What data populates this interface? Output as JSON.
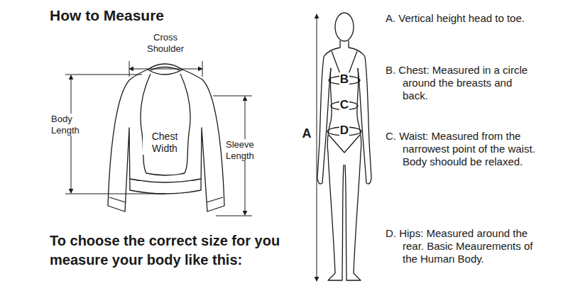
{
  "diagram": {
    "title": "How to Measure",
    "caption": "To choose the correct size for you measure your body like this:",
    "labels": [
      "Cross Shoulder",
      "Body Length",
      "Chest Width",
      "Sleeve Length",
      "A",
      "B",
      "C",
      "D",
      "A. Vertical height head to toe.",
      "B. Chest: Measured in a circle around the breasts and back.",
      "C. Waist: Measured from the narrowest point of the waist. Body shoould be relaxed.",
      "D. Hips: Measured around the rear. Basic Meaurements of the Human Body."
    ]
  }
}
